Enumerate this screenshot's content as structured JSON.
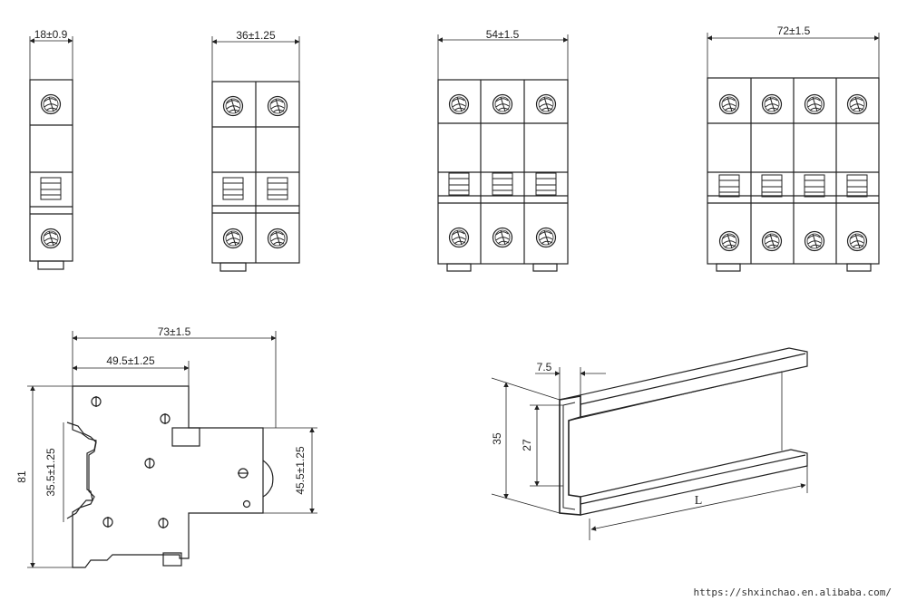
{
  "modules": {
    "one_pole": {
      "width_dim": "18±0.9"
    },
    "two_pole": {
      "width_dim": "36±1.25"
    },
    "three_pole": {
      "width_dim": "54±1.5"
    },
    "four_pole": {
      "width_dim": "72±1.5"
    }
  },
  "side_view": {
    "depth_dim": "73±1.5",
    "front_depth_dim": "49.5±1.25",
    "height_dim": "81",
    "left_height_dim": "35.5±1.25",
    "right_height_dim": "45.5±1.25"
  },
  "din_rail": {
    "flange_dim": "7.5",
    "height_dim": "35",
    "inner_height_dim": "27",
    "length_label": "L"
  },
  "watermark": {
    "url": "https://shxinchao.en.alibaba.com/"
  }
}
